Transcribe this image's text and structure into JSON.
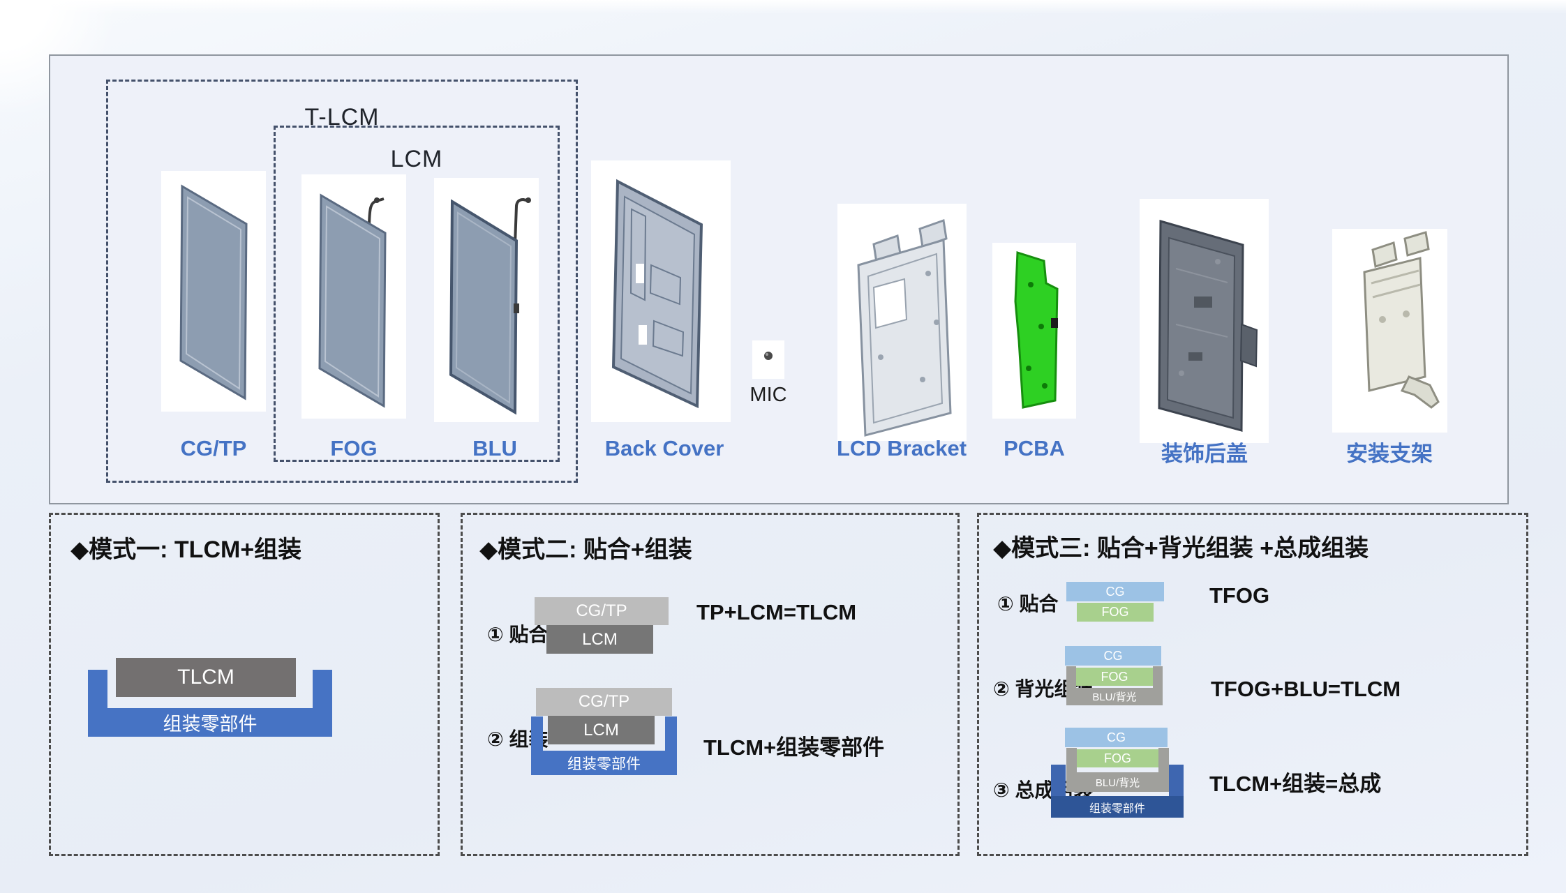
{
  "components": {
    "tlcm_group_label": "T-LCM",
    "lcm_group_label": "LCM",
    "labels": {
      "cgtp": "CG/TP",
      "fog": "FOG",
      "blu": "BLU",
      "back_cover": "Back Cover",
      "mic": "MIC",
      "lcd_bracket": "LCD Bracket",
      "pcba": "PCBA",
      "deco_cover": "装饰后盖",
      "mount_bracket": "安装支架"
    }
  },
  "mode1": {
    "title": "◆模式一: TLCM+组装",
    "block": "TLCM",
    "tray": "组装零部件"
  },
  "mode2": {
    "title": "◆模式二: 贴合+组装",
    "step1": {
      "label": "① 贴合",
      "top_block": "CG/TP",
      "bottom_block": "LCM",
      "result": "TP+LCM=TLCM"
    },
    "step2": {
      "label": "② 组装",
      "top_block": "CG/TP",
      "bottom_block": "LCM",
      "tray": "组装零部件",
      "result": "TLCM+组装零部件"
    }
  },
  "mode3": {
    "title": "◆模式三: 贴合+背光组装 +总成组装",
    "step1": {
      "label": "① 贴合",
      "cg": "CG",
      "fog": "FOG",
      "result": "TFOG"
    },
    "step2": {
      "label": "② 背光组装",
      "cg": "CG",
      "fog": "FOG",
      "blu": "BLU/背光",
      "result": "TFOG+BLU=TLCM"
    },
    "step3": {
      "label": "③ 总成组装",
      "cg": "CG",
      "fog": "FOG",
      "blu": "BLU/背光",
      "tray": "组装零部件",
      "result": "TLCM+组装=总成"
    }
  },
  "colors": {
    "label_blue": "#4472c4",
    "tray_blue": "#4673c4",
    "tray_blue3": "#3e66b0",
    "tray_blue_dark": "#2e5597",
    "block_gray_light": "#bcbcbc",
    "block_gray_dark": "#767676",
    "block_tlcm": "#737070",
    "cg_blue": "#9cc2e5",
    "fog_green": "#a8d08d",
    "blu_gray": "#a0a09c",
    "pcba_green": "#2ed023"
  }
}
